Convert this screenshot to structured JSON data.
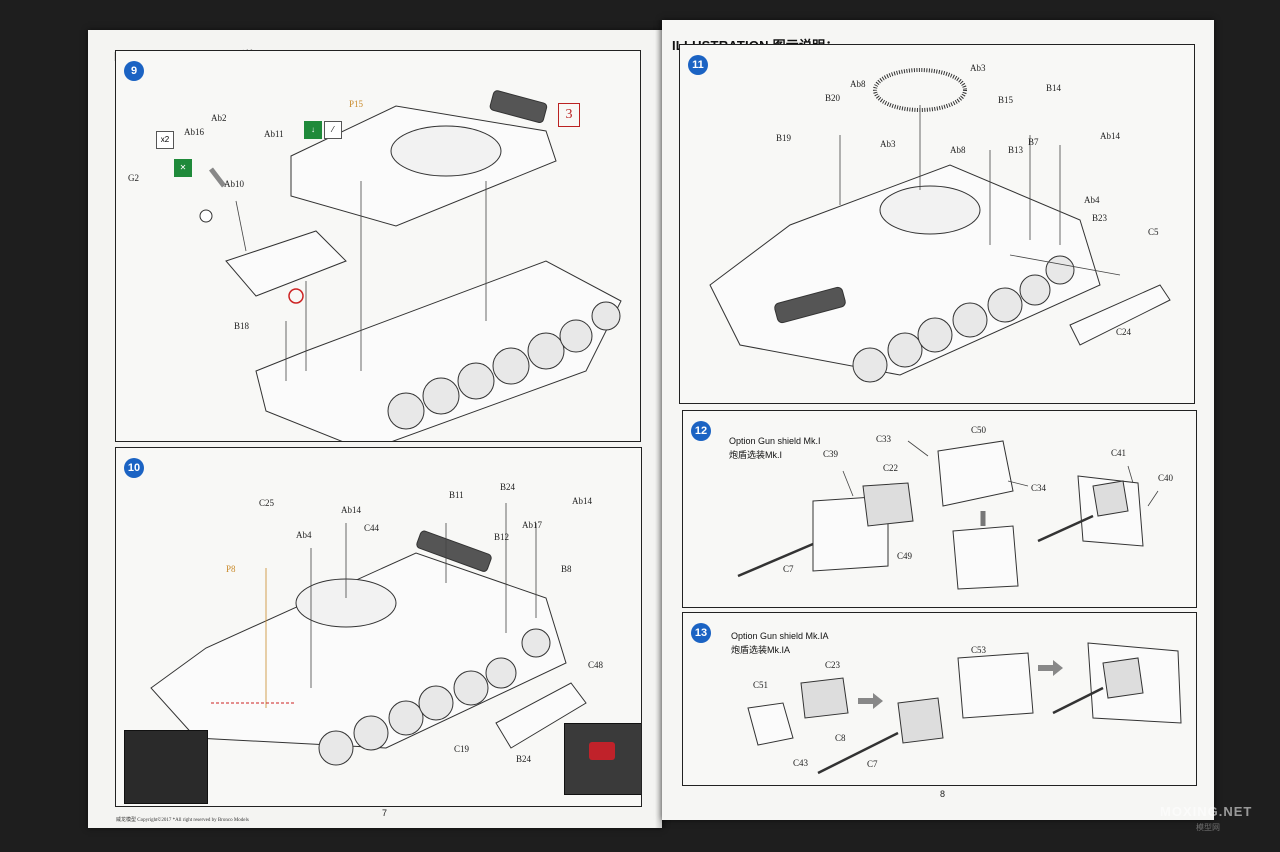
{
  "left_page": {
    "header": "ILLUSTRATION 图示说明：",
    "page_number": "7",
    "footer": "威龙模型  Copyright©2017  *All right reserved by Bronco Models",
    "step9": {
      "number": "9",
      "badge": "3",
      "x2": "x2",
      "labels": [
        "Ab2",
        "Ab16",
        "Ab11",
        "G2",
        "Ab10",
        "B18",
        "P15"
      ]
    },
    "step10": {
      "number": "10",
      "labels": [
        "C25",
        "Ab14",
        "Ab4",
        "C44",
        "B11",
        "B24",
        "Ab14",
        "Ab17",
        "B12",
        "B8",
        "P8",
        "C48",
        "C19",
        "B24"
      ]
    }
  },
  "right_page": {
    "header": "ILLUSTRATION 图示说明：",
    "page_number": "8",
    "step11": {
      "number": "11",
      "labels": [
        "Ab8",
        "Ab3",
        "B20",
        "B15",
        "B14",
        "Ab14",
        "B19",
        "Ab3",
        "Ab8",
        "B7",
        "B13",
        "Ab4",
        "B23",
        "C5",
        "C24"
      ]
    },
    "step12": {
      "number": "12",
      "title_en": "Option Gun shield Mk.I",
      "title_cn": "炮盾选装Mk.I",
      "labels": [
        "C33",
        "C50",
        "C39",
        "C22",
        "C34",
        "C41",
        "C40",
        "C49",
        "C7"
      ]
    },
    "step13": {
      "number": "13",
      "title_en": "Option Gun shield Mk.IA",
      "title_cn": "炮盾选装Mk.IA",
      "labels": [
        "C53",
        "C23",
        "C51",
        "C8",
        "C43",
        "C7"
      ]
    }
  },
  "watermark": "MOXING.NET",
  "watermark_sub": "模型网",
  "colors": {
    "step_badge": "#1b63c3",
    "part_orange": "#c98a2a",
    "accent_red": "#b22222",
    "line": "#222222"
  }
}
